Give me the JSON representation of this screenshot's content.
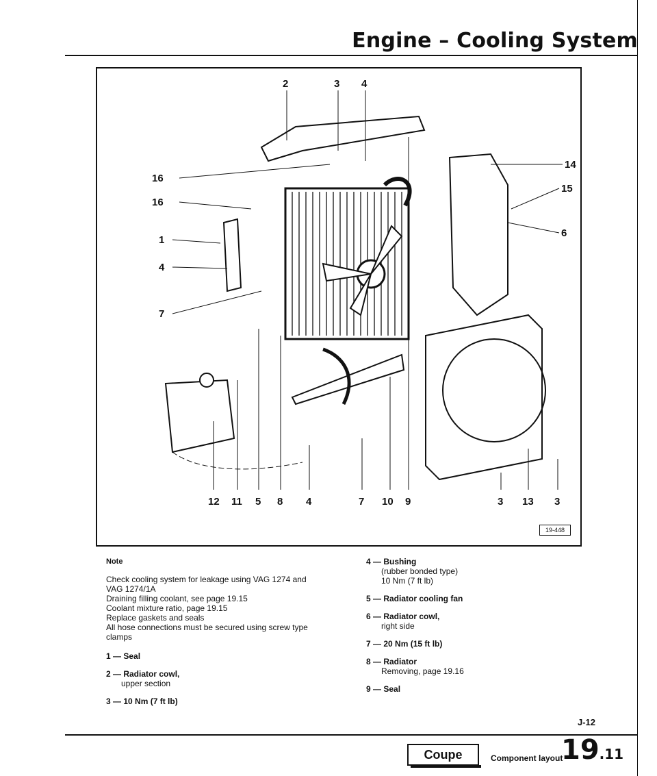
{
  "header": {
    "title": "Engine – Cooling System"
  },
  "figure": {
    "ref_tag": "19-448",
    "callouts_left": [
      "16",
      "16",
      "1",
      "4",
      "7"
    ],
    "callouts_top": [
      "2",
      "3",
      "4"
    ],
    "callouts_right": [
      "14",
      "15",
      "6"
    ],
    "callouts_bottom": [
      "12",
      "11",
      "5",
      "8",
      "4",
      "7",
      "10",
      "9",
      "3",
      "13",
      "3"
    ]
  },
  "notes": {
    "title": "Note",
    "text": "Check cooling system for leakage using VAG 1274 and VAG 1274/1A\nDraining filling coolant, see page 19.15\nCoolant mixture ratio, page 19.15\nReplace gaskets and seals\nAll hose connections must be secured using screw type clamps"
  },
  "items_left": [
    {
      "head": "1 — Seal",
      "sub": ""
    },
    {
      "head": "2 — Radiator cowl,",
      "sub": "upper section"
    },
    {
      "head": "3 — 10 Nm (7 ft lb)",
      "sub": ""
    }
  ],
  "items_right": [
    {
      "head": "4 — Bushing",
      "sub": "(rubber bonded type)\n10 Nm (7 ft lb)"
    },
    {
      "head": "5 — Radiator cooling fan",
      "sub": ""
    },
    {
      "head": "6 — Radiator cowl,",
      "sub": "right side"
    },
    {
      "head": "7 — 20 Nm (15 ft lb)",
      "sub": ""
    },
    {
      "head": "8 — Radiator",
      "sub": "Removing, page 19.16"
    },
    {
      "head": "9 — Seal",
      "sub": ""
    }
  ],
  "footer": {
    "page_code": "J-12",
    "badge": "Coupe",
    "label": "Component layout",
    "section": "19",
    "page": ".11"
  }
}
